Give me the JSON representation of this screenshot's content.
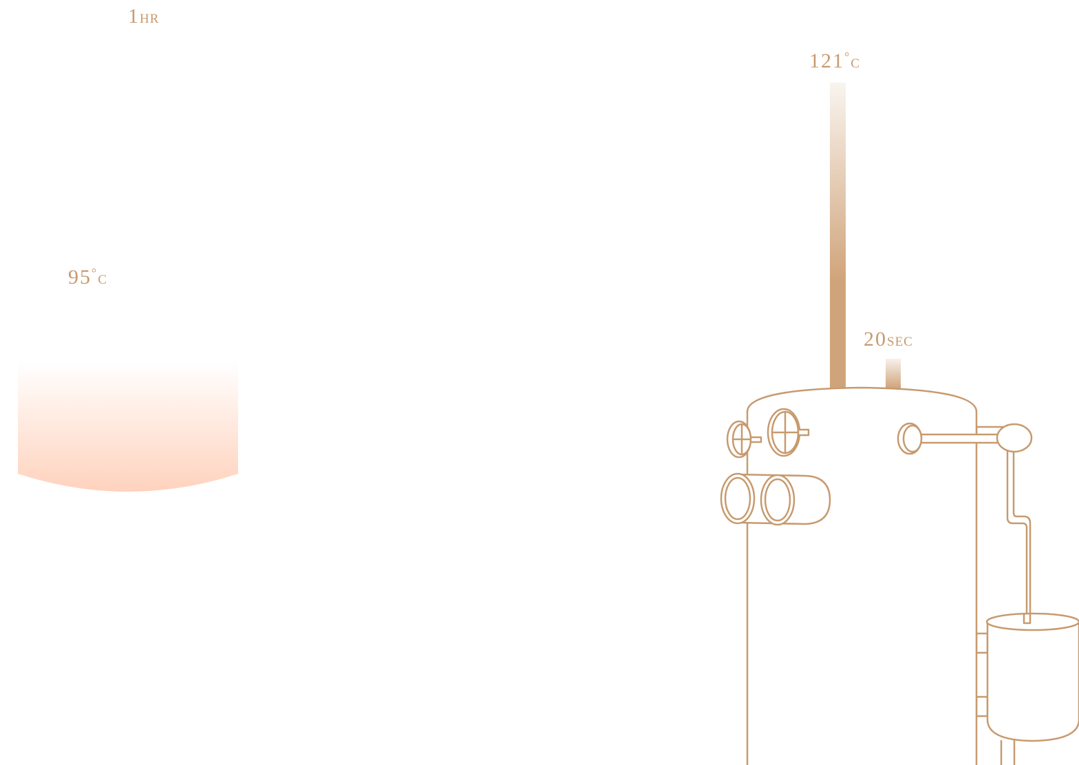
{
  "colors": {
    "accent": "#c79a6e",
    "accent_fill": "#d0a47a",
    "warm_glow": "#ffd2bd",
    "background": "#ffffff"
  },
  "left_process": {
    "time_label": {
      "value": "1",
      "unit": "HR"
    },
    "temp_label": {
      "value": "95",
      "degree": "°",
      "unit": "C"
    },
    "vat_icon": "heated-vat-glow"
  },
  "right_process": {
    "temp_label": {
      "value": "121",
      "degree": "°",
      "unit": "C"
    },
    "time_label": {
      "value": "20",
      "unit": "SEC"
    },
    "temp_bar_level": 1.0,
    "time_bar_level": 0.12,
    "machine_icon": "retort-autoclave-line-drawing"
  }
}
